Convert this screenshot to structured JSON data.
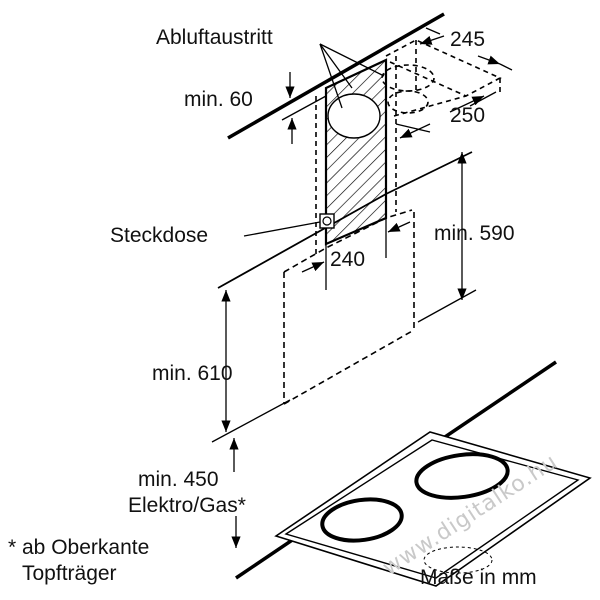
{
  "labels": {
    "exhaust_outlet": "Abluftaustritt",
    "min_60": "min. 60",
    "dim_245": "245",
    "dim_250": "250",
    "socket": "Steckdose",
    "dim_240": "240",
    "min_590": "min. 590",
    "min_610": "min. 610",
    "min_450": "min. 450",
    "electric_gas": "Elektro/Gas*",
    "footnote_line1": "* ab Oberkante",
    "footnote_line2": "Topfträger",
    "units": "Maße in mm"
  },
  "watermark": "www.digitalko.hu",
  "colors": {
    "line": "#000000",
    "text": "#111111",
    "watermark": "#c9c9c9"
  }
}
